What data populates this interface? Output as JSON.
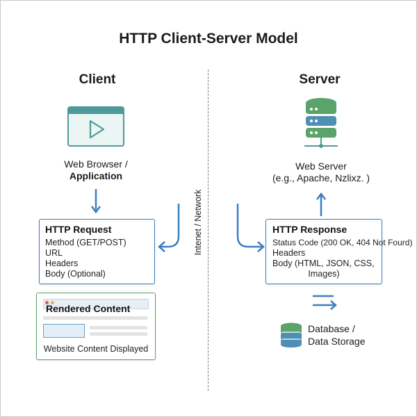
{
  "title": "HTTP Client-Server Model",
  "client": {
    "heading": "Client",
    "browser_label_1": "Web Browser /",
    "browser_label_2": "Application",
    "request": {
      "title": "HTTP Request",
      "lines": [
        "Method (GET/POST)",
        "URL",
        "Headers",
        "Body (Optional)"
      ]
    },
    "rendered": {
      "title": "Rendered Content",
      "caption": "Website Content Displayed"
    }
  },
  "server": {
    "heading": "Server",
    "server_label_1": "Web Server",
    "server_label_2": "(e.g., Apache, Nzlixz. )",
    "response": {
      "title": "HTTP Response",
      "lines": [
        "Status Code (200 OK, 404 Not Fourd)",
        "Headers",
        "Body (HTML, JSON, CSS,",
        "Images)"
      ]
    },
    "database_label_1": "Database /",
    "database_label_2": "Data Storage"
  },
  "network_label": "Intenet / Network",
  "colors": {
    "blue": "#3a7fc0",
    "green": "#5aa36a",
    "teal": "#4e9a9a"
  },
  "icons": [
    "browser-window-icon",
    "server-stack-icon",
    "database-icon"
  ]
}
